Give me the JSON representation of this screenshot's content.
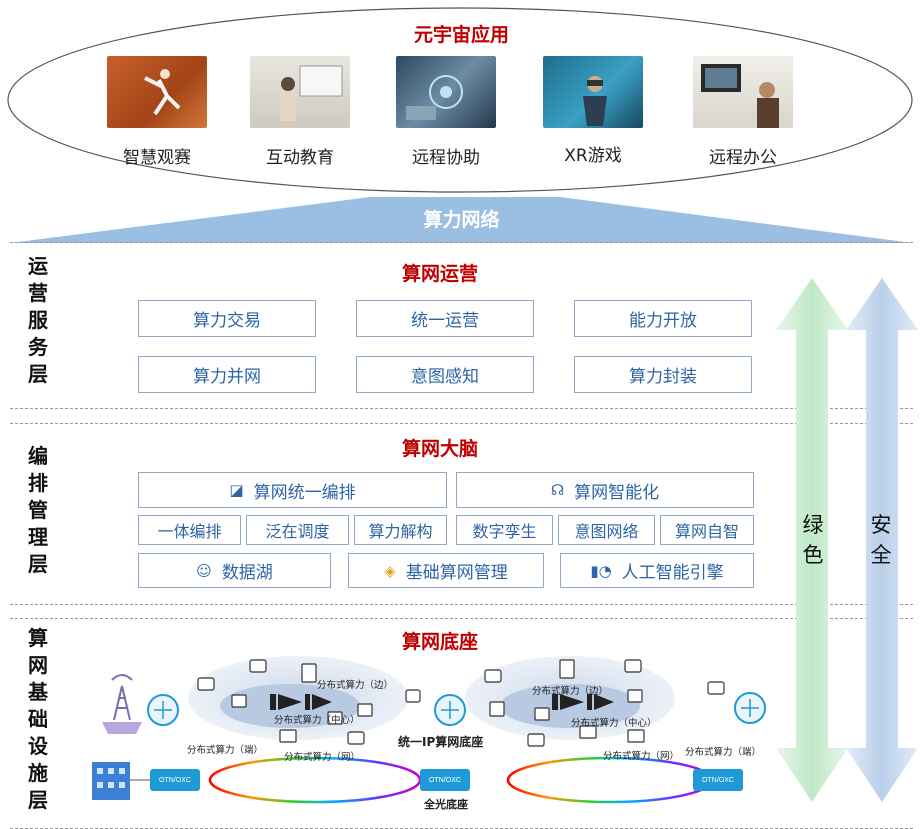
{
  "top": {
    "title": "元宇宙应用",
    "apps": [
      {
        "label": "智慧观赛"
      },
      {
        "label": "互动教育"
      },
      {
        "label": "远程协助"
      },
      {
        "label": "XR游戏"
      },
      {
        "label": "远程办公"
      }
    ]
  },
  "network_label": "算力网络",
  "layers": {
    "operation": {
      "side_label": [
        "运",
        "营",
        "服",
        "务",
        "层"
      ],
      "title": "算网运营",
      "boxes": [
        "算力交易",
        "统一运营",
        "能力开放",
        "算力并网",
        "意图感知",
        "算力封装"
      ]
    },
    "orchestration": {
      "side_label": [
        "编",
        "排",
        "管",
        "理",
        "层"
      ],
      "title": "算网大脑",
      "wide_boxes": [
        "算网统一编排",
        "算网智能化"
      ],
      "small_boxes": [
        "一体编排",
        "泛在调度",
        "算力解构",
        "数字孪生",
        "意图网络",
        "算网自智"
      ],
      "bottom_boxes": [
        "数据湖",
        "基础算网管理",
        "人工智能引擎"
      ]
    },
    "infrastructure": {
      "side_label": [
        "算",
        "网",
        "基",
        "础",
        "设",
        "施",
        "层"
      ],
      "title": "算网底座",
      "labels": {
        "edge_left": "分布式算力（边）",
        "center_left": "分布式算力（中心）",
        "end_left": "分布式算力（端）",
        "net_left": "分布式算力（网）",
        "ip_base": "统一IP算网底座",
        "edge_right": "分布式算力（边）",
        "center_right": "分布式算力（中心）",
        "net_right": "分布式算力（网）",
        "end_right": "分布式算力（端）",
        "optical_base": "全光底座"
      },
      "otn": "OTN/OXC"
    }
  },
  "side_arrows": {
    "green": "绿色",
    "security": "安全"
  },
  "colors": {
    "title_red": "#c00000",
    "box_text": "#2f64a6",
    "network_blue": "#9bbfe3",
    "green_arrow": "#cdeed3",
    "blue_arrow": "#c9d9ee"
  }
}
